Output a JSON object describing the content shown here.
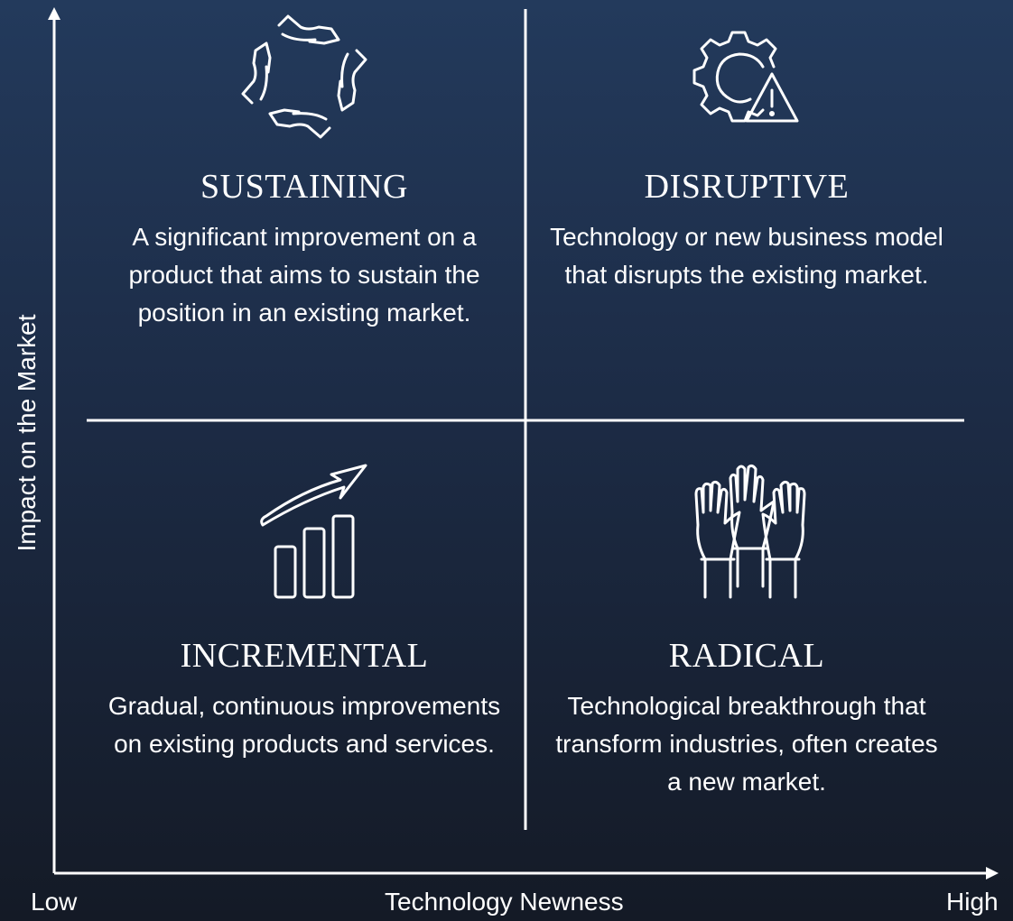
{
  "axes": {
    "y_label": "Impact on the Market",
    "x_label": "Technology Newness",
    "x_low": "Low",
    "x_high": "High"
  },
  "quadrants": [
    {
      "title": "SUSTAINING",
      "description": "A significant improvement on a product that aims to sustain the position in an existing market.",
      "icon": "hands-circle-icon"
    },
    {
      "title": "DISRUPTIVE",
      "description": "Technology or new business model that disrupts the existing market.",
      "icon": "gear-warning-icon"
    },
    {
      "title": "INCREMENTAL",
      "description": "Gradual, continuous improvements on existing products and services.",
      "icon": "growth-chart-icon"
    },
    {
      "title": "RADICAL",
      "description": "Technological breakthrough that transform industries, often creates a new market.",
      "icon": "raised-hands-icon"
    }
  ],
  "colors": {
    "background_top": "#233a5c",
    "background_bottom": "#141a26",
    "foreground": "#ffffff"
  }
}
